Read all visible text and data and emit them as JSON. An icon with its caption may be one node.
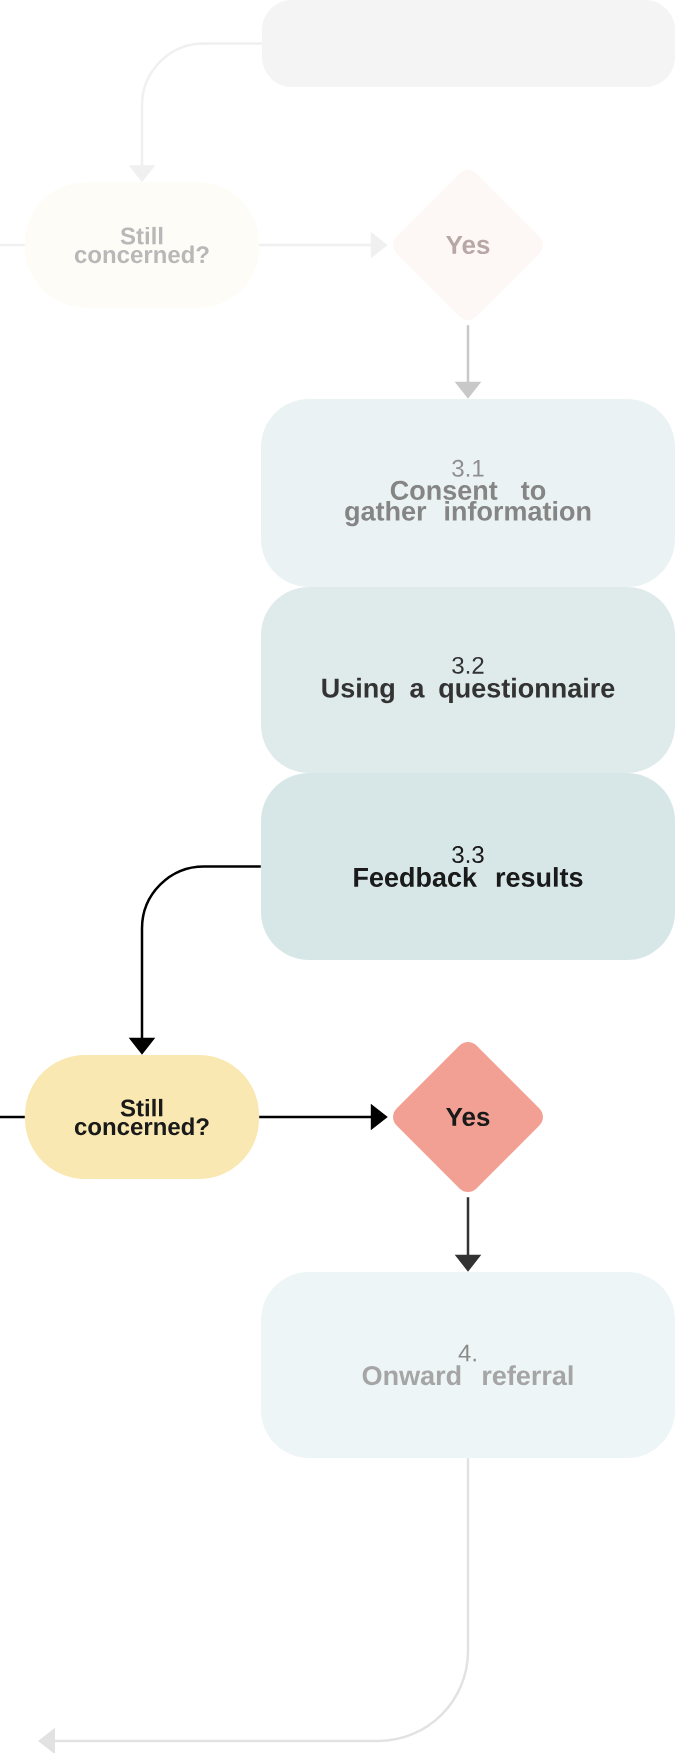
{
  "diagram": {
    "nodes": [
      {
        "text": [],
        "shape": "box"
      },
      {
        "text": [
          "Still concerned?"
        ]
      },
      {
        "text": [
          "Yes"
        ]
      },
      {
        "text": [
          "3.1",
          "Consent to gather information"
        ]
      },
      {
        "text": [
          "3.2",
          "Using a questionnaire"
        ]
      },
      {
        "text": [
          "3.3",
          "Feedback results"
        ]
      },
      {
        "text": [
          "Still concerned?"
        ]
      },
      {
        "text": [
          "Yes"
        ]
      },
      {
        "text": [
          "4.",
          "Onward referral"
        ]
      }
    ],
    "edges": [
      {
        "from": 0,
        "to": 1,
        "arrow": "to",
        "color": "#f0f0f0"
      },
      {
        "from": null,
        "to": 1,
        "arrow": "none",
        "color": "#f0f0f0"
      },
      {
        "from": 1,
        "to": 2,
        "arrow": "to",
        "color": "#f0f0f0"
      },
      {
        "from": 2,
        "to": 3,
        "arrow": "to",
        "color": "#c8c8c8"
      },
      {
        "from": 5,
        "to": 6,
        "arrow": "to",
        "color": "#000000"
      },
      {
        "from": null,
        "to": 6,
        "arrow": "none",
        "color": "#000000"
      },
      {
        "from": 6,
        "to": 7,
        "arrow": "to",
        "color": "#000000"
      },
      {
        "from": 7,
        "to": 8,
        "arrow": "to",
        "color": "#333333"
      },
      {
        "from": 8,
        "to": null,
        "arrow": "to",
        "color": "#e2e2e2"
      }
    ]
  }
}
